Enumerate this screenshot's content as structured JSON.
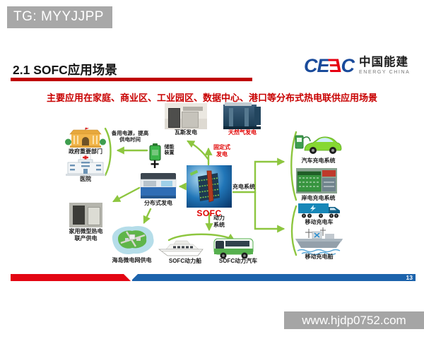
{
  "overlays": {
    "telegram_tag": "TG: MYYJJPP",
    "website": "www.hjdp0752.com"
  },
  "header": {
    "title": "2.1 SOFC应用场景",
    "logo": {
      "letters": [
        "C",
        "E",
        "E",
        "C"
      ],
      "name_cn": "中国能建",
      "name_en": "ENERGY CHINA"
    }
  },
  "subtitle": "主要应用在家庭、商业区、工业园区、数据中心、港口等分布式热电联供应用场景",
  "footer": {
    "page_number": "13"
  },
  "diagram": {
    "center": {
      "sofc_label": "SOFC"
    },
    "flow_labels": {
      "fixed_generation": "固定式\n发电",
      "charging_system": "充电系统",
      "power_system": "动力\n系统",
      "backup_power_note": "备用电源，提高\n供电时间"
    },
    "top": {
      "gas_power": "瓦斯发电",
      "natural_gas_power": "天然气发电"
    },
    "middle": {
      "storage_device": "储能\n装置",
      "plus": "+",
      "distributed_generation": "分布式发电"
    },
    "left": {
      "government": "政府重要部门",
      "hospital": "医院",
      "home_chp": "家用微型热电\n联产供电",
      "island_microgrid": "海岛微电网供电"
    },
    "right": {
      "car_charging": "汽车充电系统",
      "shore_charging": "岸电充电系统",
      "mobile_truck": "移动充电车",
      "mobile_ship": "移动充电船"
    },
    "bottom": {
      "sofc_boat": "SOFC动力船",
      "sofc_bus": "SOFC动力汽车"
    }
  },
  "colors": {
    "accent_red": "#bf0000",
    "banner_text_red": "#c80000",
    "arrow_green": "#8dc63f",
    "bar_red": "#e30613",
    "bar_blue": "#1c63ac",
    "logo_blue": "#1a4b9b",
    "logo_red": "#e60012",
    "watermark_gray": "#a8a8a8"
  }
}
